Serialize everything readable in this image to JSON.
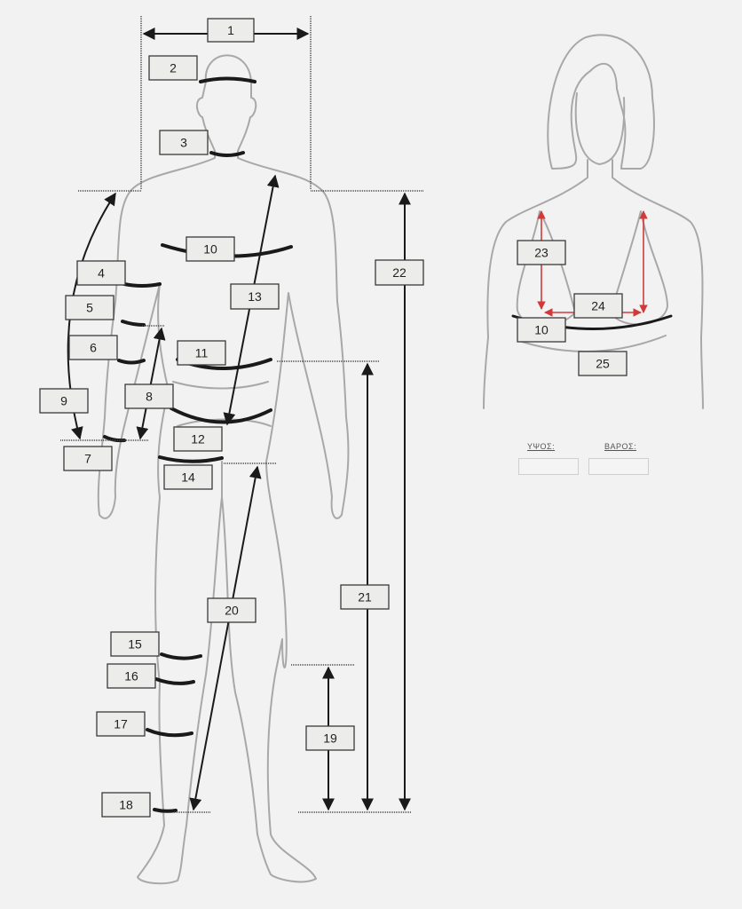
{
  "male_labels": [
    "1",
    "2",
    "3",
    "4",
    "5",
    "6",
    "7",
    "8",
    "9",
    "10",
    "11",
    "12",
    "13",
    "14",
    "15",
    "16",
    "17",
    "18",
    "19",
    "20",
    "21",
    "22"
  ],
  "female_labels": [
    "23",
    "24",
    "10",
    "25"
  ],
  "form": {
    "height_label": "ΥΨΟΣ:",
    "weight_label": "ΒΑΡΟΣ:",
    "height_value": "",
    "weight_value": ""
  },
  "colors": {
    "outline": "#a8a8a8",
    "band": "#1a1a1a",
    "accent_arrow": "#d23a3a"
  }
}
